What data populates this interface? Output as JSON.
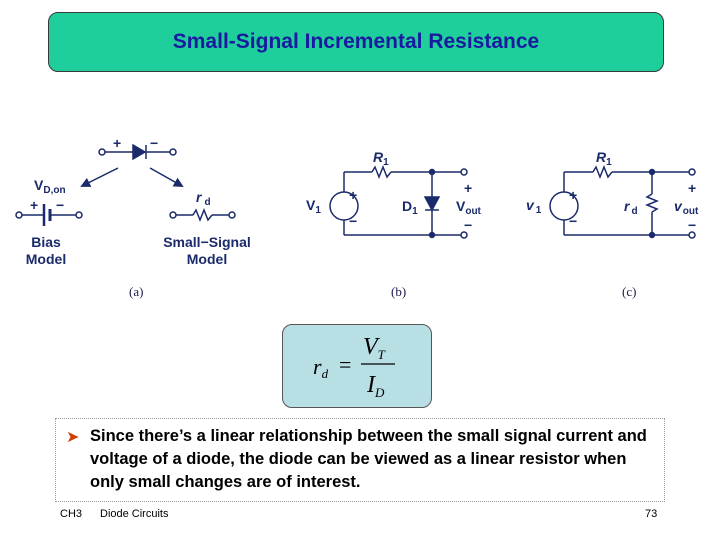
{
  "title": "Small-Signal Incremental Resistance",
  "fig_a": {
    "plus": "+",
    "minus": "−",
    "vd_on_main": "V",
    "vd_on_sub": "D,on",
    "bias_plus": "+",
    "bias_minus": "−",
    "rd_main": "r",
    "rd_sub": "d",
    "bias_model_line1": "Bias",
    "bias_model_line2": "Model",
    "ss_model_line1": "Small−Signal",
    "ss_model_line2": "Model",
    "label": "(a)"
  },
  "fig_b": {
    "r1_main": "R",
    "r1_sub": "1",
    "v1_main": "V",
    "v1_sub": "1",
    "src_plus": "+",
    "src_minus": "−",
    "d1_main": "D",
    "d1_sub": "1",
    "out_plus": "+",
    "out_minus": "−",
    "vout_main": "V",
    "vout_sub": "out",
    "label": "(b)"
  },
  "fig_c": {
    "r1_main": "R",
    "r1_sub": "1",
    "v1_main": "v",
    "v1_sub": "1",
    "src_plus": "+",
    "src_minus": "−",
    "rd_main": "r",
    "rd_sub": "d",
    "out_plus": "+",
    "out_minus": "−",
    "vout_main": "v",
    "vout_sub": "out",
    "label": "(c)"
  },
  "formula": {
    "lhs_main": "r",
    "lhs_sub": "d",
    "equals": "=",
    "num_main": "V",
    "num_sub": "T",
    "den_main": "I",
    "den_sub": "D"
  },
  "bullet": {
    "text": "Since there’s a linear relationship between the small signal current and voltage of a diode, the diode can be viewed as a linear resistor when only small changes are of interest."
  },
  "footer": {
    "chapter": "CH3",
    "topic": "Diode Circuits",
    "page": "73"
  },
  "colors": {
    "title_bg": "#1fcf9b",
    "title_text": "#1a1aa0",
    "circuit_ink": "#1a2a6a",
    "formula_bg": "#b8e0e4",
    "bullet_arrow": "#d04000"
  }
}
